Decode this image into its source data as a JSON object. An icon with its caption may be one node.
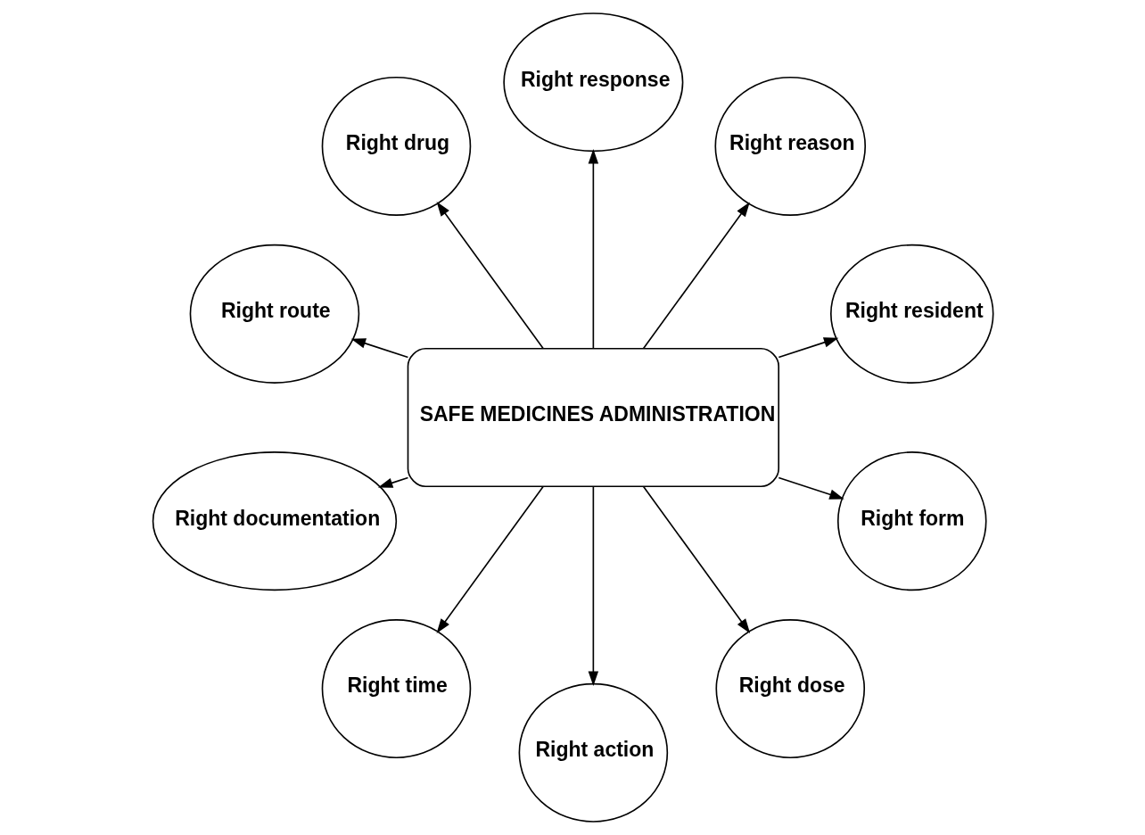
{
  "diagram": {
    "nodes": [
      {
        "text": [
          "SAFE MEDICINES ADMINISTRATION"
        ]
      },
      {
        "text": [
          "Right resident"
        ]
      },
      {
        "text": [
          "Right reason"
        ]
      },
      {
        "text": [
          "Right response"
        ]
      },
      {
        "text": [
          "Right drug"
        ]
      },
      {
        "text": [
          "Right route"
        ]
      },
      {
        "text": [
          "Right documentation"
        ]
      },
      {
        "text": [
          "Right time"
        ]
      },
      {
        "text": [
          "Right action"
        ]
      },
      {
        "text": [
          "Right dose"
        ]
      },
      {
        "text": [
          "Right form"
        ]
      }
    ],
    "edges": [
      {
        "from": 0,
        "to": 1,
        "arrow": "to"
      },
      {
        "from": 0,
        "to": 2,
        "arrow": "to"
      },
      {
        "from": 0,
        "to": 4,
        "arrow": "to"
      },
      {
        "from": 0,
        "to": 5,
        "arrow": "to"
      },
      {
        "from": 0,
        "to": 7,
        "arrow": "to"
      },
      {
        "from": 0,
        "to": 9,
        "arrow": "to"
      },
      {
        "from": 0,
        "to": 10,
        "arrow": "to"
      },
      {
        "from": 0,
        "to": 8,
        "arrow": "to"
      },
      {
        "from": 0,
        "to": 6,
        "arrow": "to"
      },
      {
        "from": 0,
        "to": 3,
        "arrow": "to"
      }
    ]
  }
}
